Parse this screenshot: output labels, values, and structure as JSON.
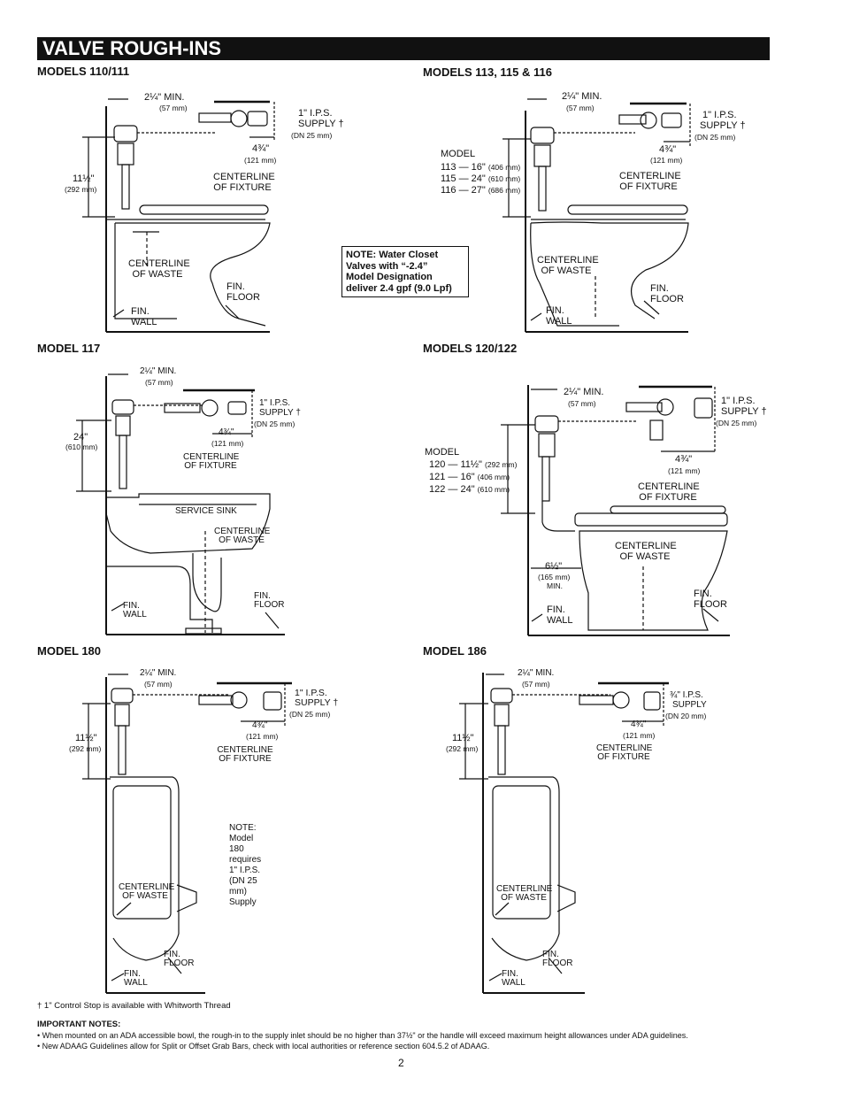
{
  "header": {
    "title": "VALVE ROUGH-INS"
  },
  "panels": {
    "p110": {
      "title": "MODELS 110/111",
      "min": "2¼\" MIN.",
      "min_mm": "(57 mm)",
      "supply": "1\" I.P.S.",
      "supply2": "SUPPLY",
      "dagger": "†",
      "supply_mm": "(DN 25 mm)",
      "dim": "4¾\"",
      "dim_mm": "(121 mm)",
      "height": "11½\"",
      "height_mm": "(292 mm)",
      "cl_fixture": "CENTERLINE",
      "cl_fixture2": "OF FIXTURE",
      "cl_waste": "CENTERLINE",
      "cl_waste2": "OF WASTE",
      "floor": "FIN.",
      "floor2": "FLOOR",
      "wall": "FIN.",
      "wall2": "WALL"
    },
    "p113": {
      "title": "MODELS 113, 115 & 116",
      "min": "2¼\" MIN.",
      "min_mm": "(57 mm)",
      "supply": "1\" I.P.S.",
      "supply2": "SUPPLY",
      "dagger": "†",
      "supply_mm": "(DN 25 mm)",
      "dim": "4¾\"",
      "dim_mm": "(121 mm)",
      "model_head": "MODEL",
      "models": [
        {
          "text": "113 — 16\"",
          "mm": "(406 mm)"
        },
        {
          "text": "115 — 24\"",
          "mm": "(610 mm)"
        },
        {
          "text": "116 — 27\"",
          "mm": "(686 mm)"
        }
      ],
      "cl_fixture": "CENTERLINE",
      "cl_fixture2": "OF FIXTURE",
      "cl_waste": "CENTERLINE",
      "cl_waste2": "OF WASTE",
      "floor": "FIN.",
      "floor2": "FLOOR",
      "wall": "FIN.",
      "wall2": "WALL"
    },
    "note_box": {
      "l1": "NOTE: Water Closet",
      "l2": "Valves with “-2.4”",
      "l3": "Model Designation",
      "l4": "deliver 2.4 gpf (9.0 Lpf)"
    },
    "p117": {
      "title": "MODEL 117",
      "min": "2¼\" MIN.",
      "min_mm": "(57 mm)",
      "supply": "1\" I.P.S.",
      "supply2": "SUPPLY",
      "dagger": "†",
      "supply_mm": "(DN 25 mm)",
      "dim": "4¾\"",
      "dim_mm": "(121 mm)",
      "height": "24\"",
      "height_mm": "(610 mm)",
      "cl_fixture": "CENTERLINE",
      "cl_fixture2": "OF FIXTURE",
      "sink": "SERVICE SINK",
      "cl_waste": "CENTERLINE",
      "cl_waste2": "OF WASTE",
      "floor": "FIN.",
      "floor2": "FLOOR",
      "wall": "FIN.",
      "wall2": "WALL"
    },
    "p120": {
      "title": "MODELS 120/122",
      "min": "2¼\" MIN.",
      "min_mm": "(57 mm)",
      "supply": "1\" I.P.S.",
      "supply2": "SUPPLY",
      "dagger": "†",
      "supply_mm": "(DN 25 mm)",
      "dim": "4¾\"",
      "dim_mm": "(121 mm)",
      "model_head": "MODEL",
      "models": [
        {
          "text": "120 — 11½\"",
          "mm": "(292 mm)"
        },
        {
          "text": "121 — 16\"",
          "mm": "(406 mm)"
        },
        {
          "text": "122 — 24\"",
          "mm": "(610 mm)"
        }
      ],
      "cl_fixture": "CENTERLINE",
      "cl_fixture2": "OF FIXTURE",
      "cl_waste": "CENTERLINE",
      "cl_waste2": "OF WASTE",
      "offset": "6½\"",
      "offset_mm": "(165 mm)",
      "offset_min": "MIN.",
      "floor": "FIN.",
      "floor2": "FLOOR",
      "wall": "FIN.",
      "wall2": "WALL"
    },
    "p180": {
      "title": "MODEL 180",
      "min": "2¼\" MIN.",
      "min_mm": "(57 mm)",
      "supply": "1\" I.P.S.",
      "supply2": "SUPPLY",
      "dagger": "†",
      "supply_mm": "(DN 25 mm)",
      "dim": "4¾\"",
      "dim_mm": "(121 mm)",
      "height": "11½\"",
      "height_mm": "(292 mm)",
      "cl_fixture": "CENTERLINE",
      "cl_fixture2": "OF FIXTURE",
      "note1": "NOTE: Model 180",
      "note2": "requires 1\" I.P.S.",
      "note3": "(DN 25 mm) Supply",
      "cl_waste": "CENTERLINE",
      "cl_waste2": "OF WASTE",
      "floor": "FIN.",
      "floor2": "FLOOR",
      "wall": "FIN.",
      "wall2": "WALL"
    },
    "p186": {
      "title": "MODEL 186",
      "min": "2¼\" MIN.",
      "min_mm": "(57 mm)",
      "supply": "¾\" I.P.S.",
      "supply2": "SUPPLY",
      "supply_mm": "(DN 20 mm)",
      "dim": "4¾\"",
      "dim_mm": "(121 mm)",
      "height": "11½\"",
      "height_mm": "(292 mm)",
      "cl_fixture": "CENTERLINE",
      "cl_fixture2": "OF FIXTURE",
      "cl_waste": "CENTERLINE",
      "cl_waste2": "OF WASTE",
      "floor": "FIN.",
      "floor2": "FLOOR",
      "wall": "FIN.",
      "wall2": "WALL"
    }
  },
  "footer": {
    "dagger_note": "†   1\" Control Stop is available with Whitworth Thread",
    "notes_head": "IMPORTANT NOTES:",
    "note1": "•   When mounted on an ADA accessible bowl, the rough-in to the supply inlet should be no higher than 37½\" or the handle will exceed maximum height allowances under ADA guidelines.",
    "note2": "•   New ADAAG Guidelines allow for Split or Offset Grab Bars, check with local authorities or reference section 604.5.2 of ADAAG."
  },
  "page_number": "2"
}
